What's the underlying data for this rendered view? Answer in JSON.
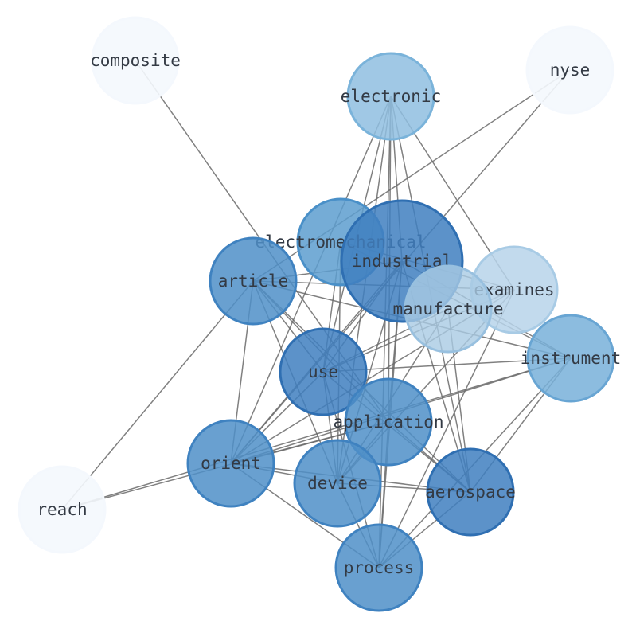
{
  "graph": {
    "nodes": [
      {
        "id": "composite",
        "label": "composite",
        "fill": "#f4f8fd",
        "stroke": "#f4f8fd",
        "fill_opacity": 0.9
      },
      {
        "id": "nyse",
        "label": "nyse",
        "fill": "#f4f8fd",
        "stroke": "#f4f8fd",
        "fill_opacity": 0.9
      },
      {
        "id": "electronic",
        "label": "electronic",
        "fill": "#8fbee0",
        "stroke": "#7ab3da",
        "fill_opacity": 0.85
      },
      {
        "id": "electromechanical",
        "label": "electromechanical",
        "fill": "#5d9dcf",
        "stroke": "#4a90c8",
        "fill_opacity": 0.85
      },
      {
        "id": "industrial",
        "label": "industrial",
        "fill": "#3f7fbf",
        "stroke": "#2f6fb2",
        "fill_opacity": 0.85
      },
      {
        "id": "article",
        "label": "article",
        "fill": "#4f8fc8",
        "stroke": "#3f82c0",
        "fill_opacity": 0.85
      },
      {
        "id": "examines",
        "label": "examines",
        "fill": "#b7d4ea",
        "stroke": "#a8cbe5",
        "fill_opacity": 0.85
      },
      {
        "id": "manufacture",
        "label": "manufacture",
        "fill": "#a9cbe4",
        "stroke": "#98c0df",
        "fill_opacity": 0.8
      },
      {
        "id": "instrument",
        "label": "instrument",
        "fill": "#78b0d9",
        "stroke": "#68a5d3",
        "fill_opacity": 0.85
      },
      {
        "id": "use",
        "label": "use",
        "fill": "#3f7fbf",
        "stroke": "#2f6fb2",
        "fill_opacity": 0.85
      },
      {
        "id": "application",
        "label": "application",
        "fill": "#4f8fc8",
        "stroke": "#3f82c0",
        "fill_opacity": 0.85
      },
      {
        "id": "orient",
        "label": "orient",
        "fill": "#4f8fc8",
        "stroke": "#3f82c0",
        "fill_opacity": 0.85
      },
      {
        "id": "device",
        "label": "device",
        "fill": "#4f8fc8",
        "stroke": "#3f82c0",
        "fill_opacity": 0.85
      },
      {
        "id": "aerospace",
        "label": "aerospace",
        "fill": "#3f7fbf",
        "stroke": "#2f6fb2",
        "fill_opacity": 0.85
      },
      {
        "id": "reach",
        "label": "reach",
        "fill": "#f4f8fd",
        "stroke": "#f4f8fd",
        "fill_opacity": 0.9
      },
      {
        "id": "process",
        "label": "process",
        "fill": "#4f8fc8",
        "stroke": "#3f82c0",
        "fill_opacity": 0.85
      }
    ],
    "edges": [
      [
        "composite",
        "application"
      ],
      [
        "nyse",
        "orient"
      ],
      [
        "nyse",
        "article"
      ],
      [
        "reach",
        "article"
      ],
      [
        "reach",
        "instrument"
      ],
      [
        "reach",
        "application"
      ],
      [
        "electronic",
        "use"
      ],
      [
        "electronic",
        "device"
      ],
      [
        "electronic",
        "process"
      ],
      [
        "electronic",
        "orient"
      ],
      [
        "electronic",
        "application"
      ],
      [
        "electronic",
        "aerospace"
      ],
      [
        "electronic",
        "examines"
      ],
      [
        "electronic",
        "industrial"
      ],
      [
        "electromechanical",
        "use"
      ],
      [
        "electromechanical",
        "device"
      ],
      [
        "electromechanical",
        "examines"
      ],
      [
        "electromechanical",
        "instrument"
      ],
      [
        "industrial",
        "article"
      ],
      [
        "industrial",
        "use"
      ],
      [
        "industrial",
        "orient"
      ],
      [
        "industrial",
        "device"
      ],
      [
        "industrial",
        "process"
      ],
      [
        "industrial",
        "aerospace"
      ],
      [
        "industrial",
        "instrument"
      ],
      [
        "industrial",
        "application"
      ],
      [
        "article",
        "use"
      ],
      [
        "article",
        "orient"
      ],
      [
        "article",
        "device"
      ],
      [
        "article",
        "aerospace"
      ],
      [
        "article",
        "instrument"
      ],
      [
        "article",
        "application"
      ],
      [
        "article",
        "examines"
      ],
      [
        "examines",
        "use"
      ],
      [
        "examines",
        "device"
      ],
      [
        "examines",
        "process"
      ],
      [
        "examines",
        "orient"
      ],
      [
        "manufacture",
        "device"
      ],
      [
        "manufacture",
        "use"
      ],
      [
        "manufacture",
        "aerospace"
      ],
      [
        "instrument",
        "use"
      ],
      [
        "instrument",
        "process"
      ],
      [
        "instrument",
        "orient"
      ],
      [
        "instrument",
        "aerospace"
      ],
      [
        "use",
        "orient"
      ],
      [
        "use",
        "device"
      ],
      [
        "use",
        "process"
      ],
      [
        "use",
        "aerospace"
      ],
      [
        "application",
        "orient"
      ],
      [
        "application",
        "device"
      ],
      [
        "application",
        "process"
      ],
      [
        "application",
        "aerospace"
      ],
      [
        "orient",
        "device"
      ],
      [
        "orient",
        "process"
      ],
      [
        "orient",
        "aerospace"
      ],
      [
        "device",
        "process"
      ],
      [
        "device",
        "aerospace"
      ],
      [
        "aerospace",
        "process"
      ]
    ]
  }
}
